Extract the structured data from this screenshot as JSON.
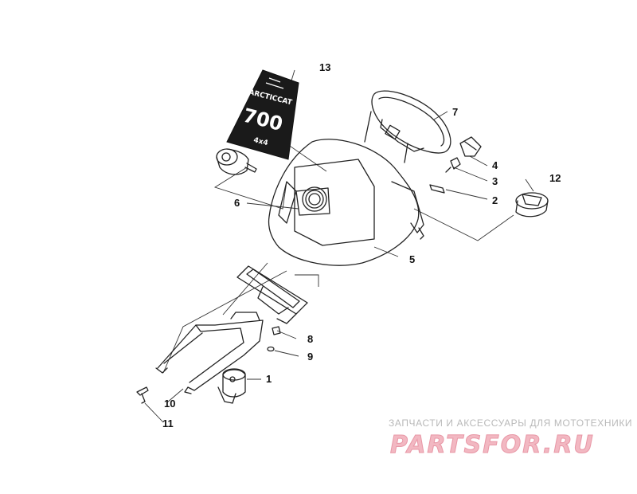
{
  "callouts": {
    "c1": "1",
    "c2": "2",
    "c3": "3",
    "c4": "4",
    "c5": "5",
    "c6": "6",
    "c7": "7",
    "c8": "8",
    "c9": "9",
    "c10": "10",
    "c11": "11",
    "c12": "12",
    "c13": "13"
  },
  "decal": {
    "brand": "ARCTICCAT",
    "model": "700",
    "badge": "4x4"
  },
  "watermark": {
    "tagline": "ЗАПЧАСТИ И АКСЕССУАРЫ ДЛЯ МОТОТЕХНИКИ",
    "site": "PARTSFOR.RU",
    "brand_color": "#e897a6"
  }
}
